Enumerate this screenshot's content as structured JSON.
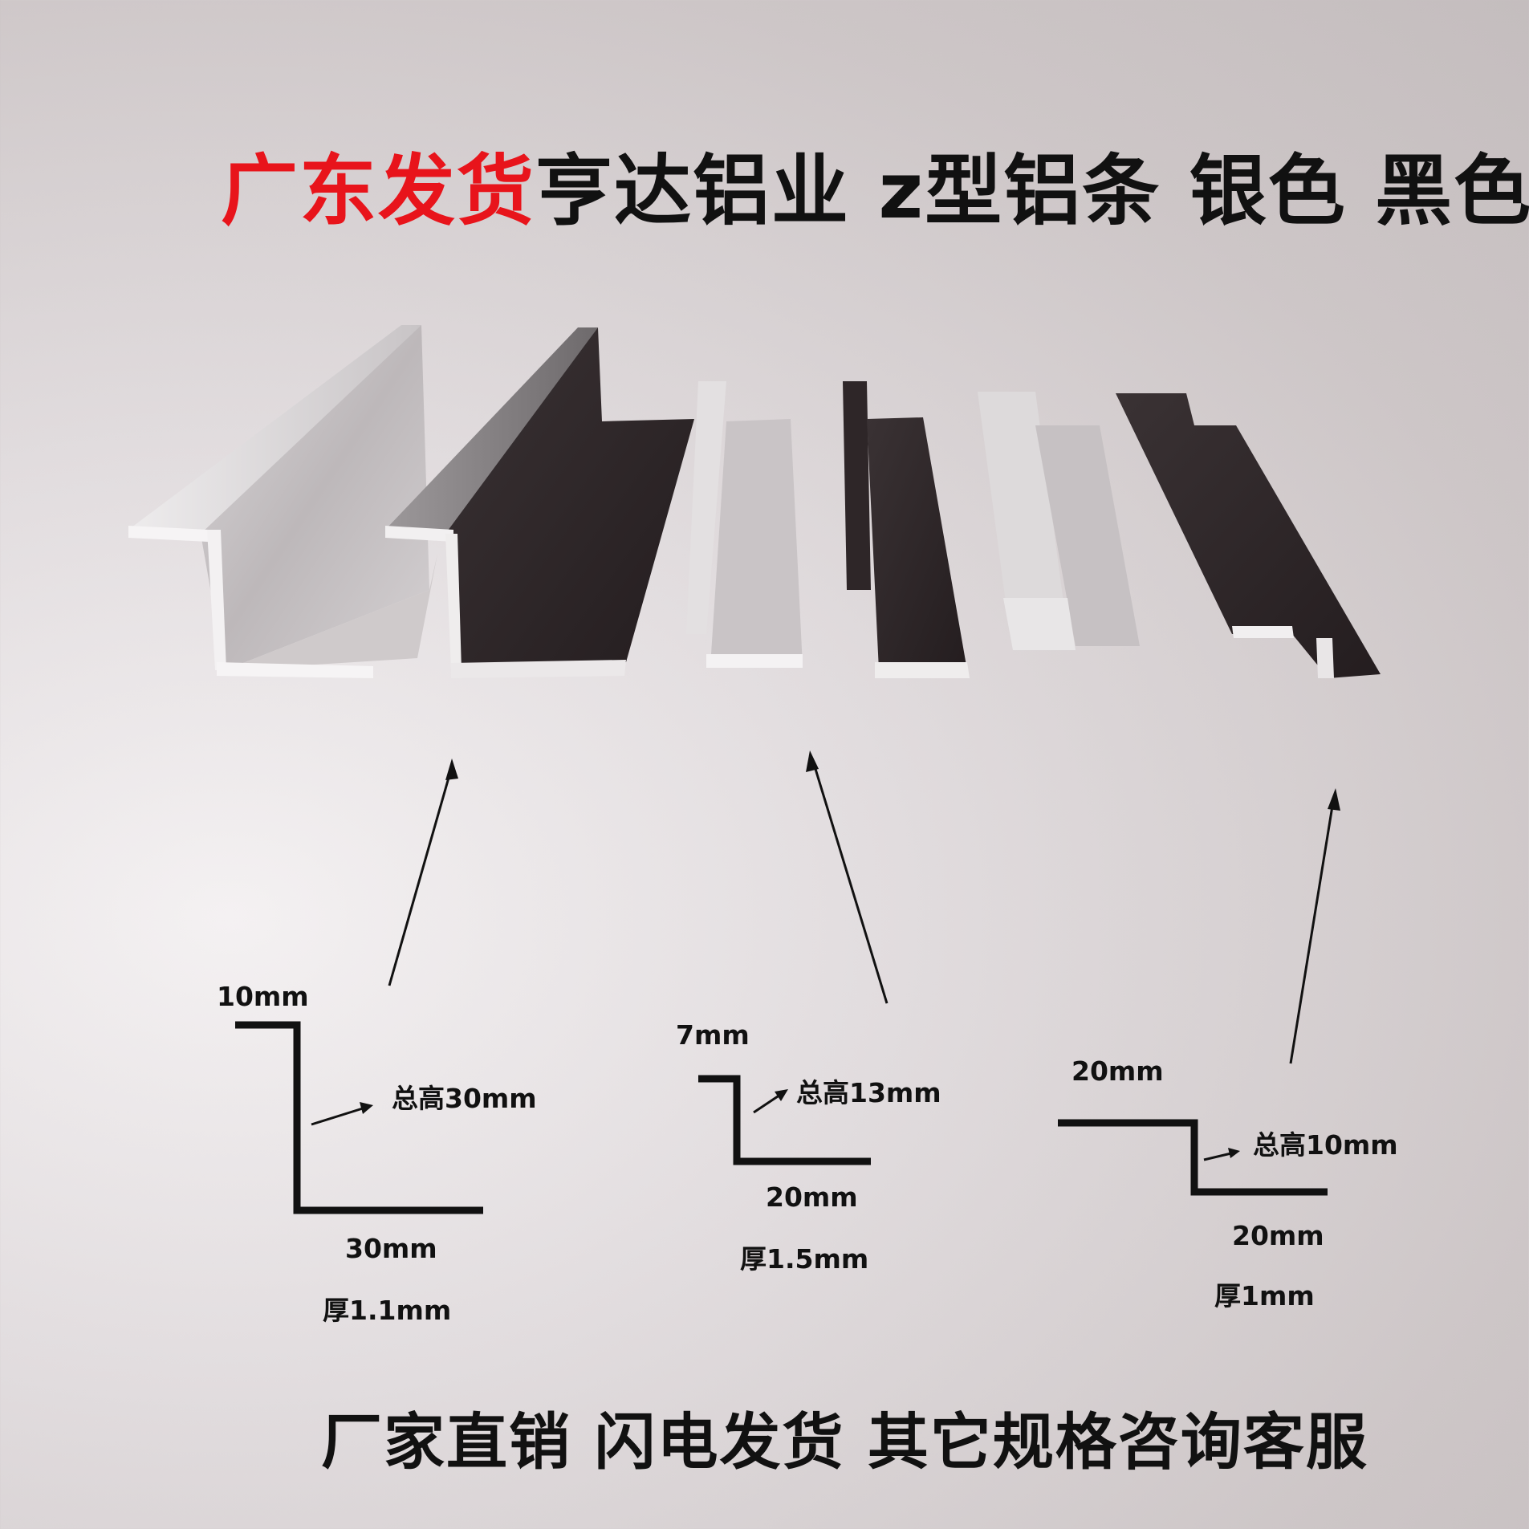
{
  "headline": {
    "highlight": "广东发货",
    "rest": "亨达铝业  z型铝条 银色 黑色",
    "highlight_color": "#e8141b"
  },
  "products": [
    {
      "color": "silver",
      "size": "large"
    },
    {
      "color": "black",
      "size": "large"
    },
    {
      "color": "silver",
      "size": "small"
    },
    {
      "color": "black",
      "size": "small"
    },
    {
      "color": "silver",
      "size": "wide"
    },
    {
      "color": "black",
      "size": "wide"
    }
  ],
  "profiles": [
    {
      "top_flange": "10mm",
      "total_height": "总高30mm",
      "bottom_flange": "30mm",
      "thickness": "厚1.1mm"
    },
    {
      "top_flange": "7mm",
      "total_height": "总高13mm",
      "bottom_flange": "20mm",
      "thickness": "厚1.5mm"
    },
    {
      "top_flange": "20mm",
      "total_height": "总高10mm",
      "bottom_flange": "20mm",
      "thickness": "厚1mm"
    }
  ],
  "footer": {
    "text": "厂家直销 闪电发货 其它规格咨询客服"
  }
}
